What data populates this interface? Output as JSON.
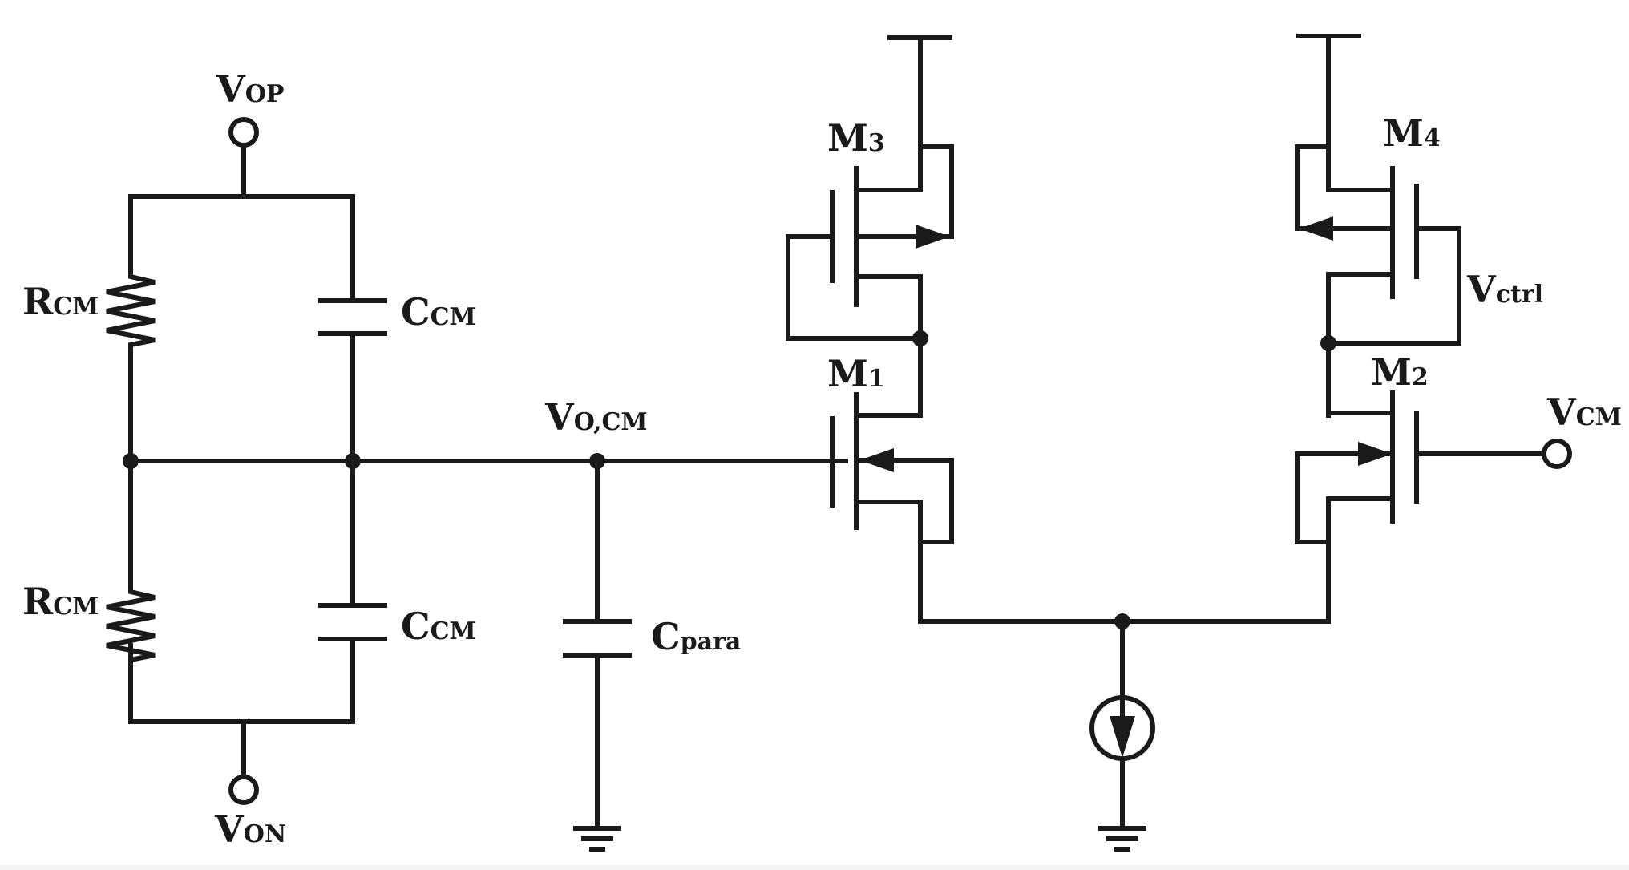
{
  "colors": {
    "ink": "#1a1a1a",
    "background": "#ffffff"
  },
  "labels": {
    "vop": {
      "main": "V",
      "sub": "OP"
    },
    "von": {
      "main": "V",
      "sub": "ON"
    },
    "rcm_top": {
      "main": "R",
      "sub": "CM"
    },
    "rcm_bot": {
      "main": "R",
      "sub": "CM"
    },
    "ccm_top": {
      "main": "C",
      "sub": "CM"
    },
    "ccm_bot": {
      "main": "C",
      "sub": "CM"
    },
    "vocm": {
      "main": "V",
      "sub": "O,CM"
    },
    "cpara": {
      "main": "C",
      "sub": "para"
    },
    "m1": {
      "main": "M",
      "sub": "1"
    },
    "m2": {
      "main": "M",
      "sub": "2"
    },
    "m3": {
      "main": "M",
      "sub": "3"
    },
    "m4": {
      "main": "M",
      "sub": "4"
    },
    "vctrl": {
      "main": "V",
      "sub": "ctrl"
    },
    "vcm": {
      "main": "V",
      "sub": "CM"
    }
  }
}
